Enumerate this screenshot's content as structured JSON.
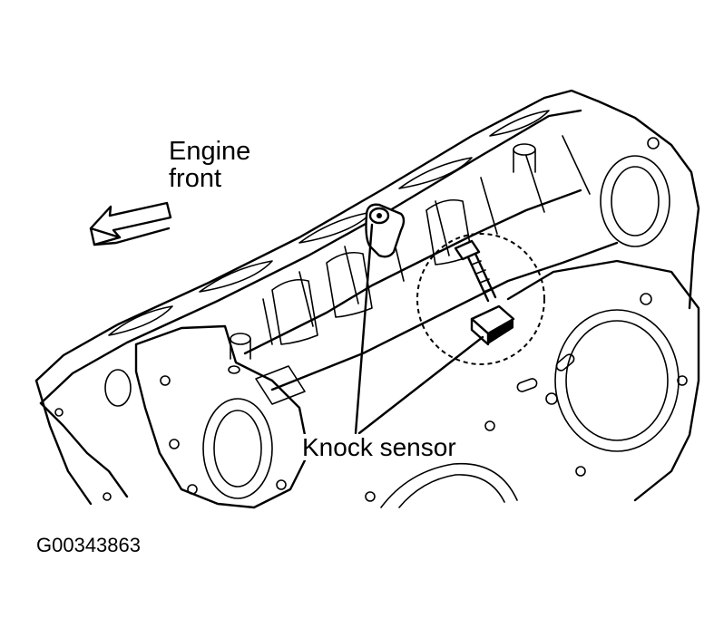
{
  "labels": {
    "engine_front_line1": "Engine",
    "engine_front_line2": "front",
    "knock_sensor": "Knock sensor",
    "figure_code": "G00343863"
  },
  "colors": {
    "line": "#000000",
    "background": "#ffffff"
  },
  "icons": {
    "direction_arrow": "arrow-left-icon"
  }
}
